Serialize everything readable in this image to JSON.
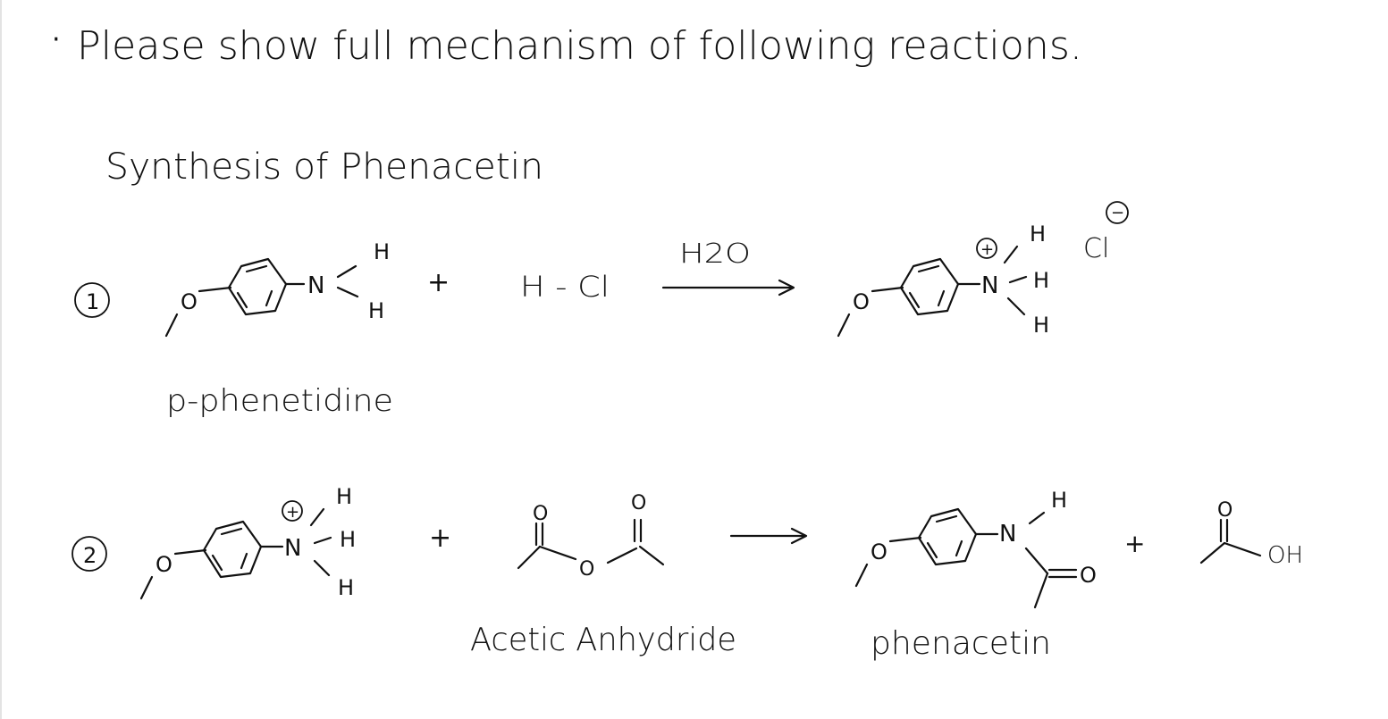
{
  "note": {
    "bullet": "·",
    "instruction": "Please show full mechanism of following reactions.",
    "section_title": "Synthesis of Phenacetin"
  },
  "reaction1": {
    "number": "1",
    "reactant_name": "p-phenetidine",
    "plus": "+",
    "reagent": "H - Cl",
    "condition": "H2O",
    "atoms": {
      "O": "O",
      "N": "N",
      "H": "H",
      "Cl": "Cl",
      "plus_charge": "+",
      "minus_charge": "−"
    }
  },
  "reaction2": {
    "number": "2",
    "plus": "+",
    "reagent_name": "Acetic Anhydride",
    "product_name": "phenacetin",
    "byproduct_oh": "OH",
    "atoms": {
      "O": "O",
      "N": "N",
      "H": "H",
      "plus_charge": "+"
    }
  }
}
